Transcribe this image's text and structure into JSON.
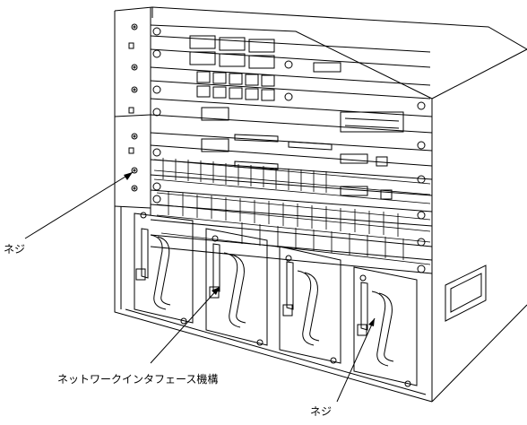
{
  "callouts": {
    "screw_left": "ネジ",
    "network_interface_module": "ネットワークインタフェース機構",
    "screw_bottom": "ネジ"
  }
}
